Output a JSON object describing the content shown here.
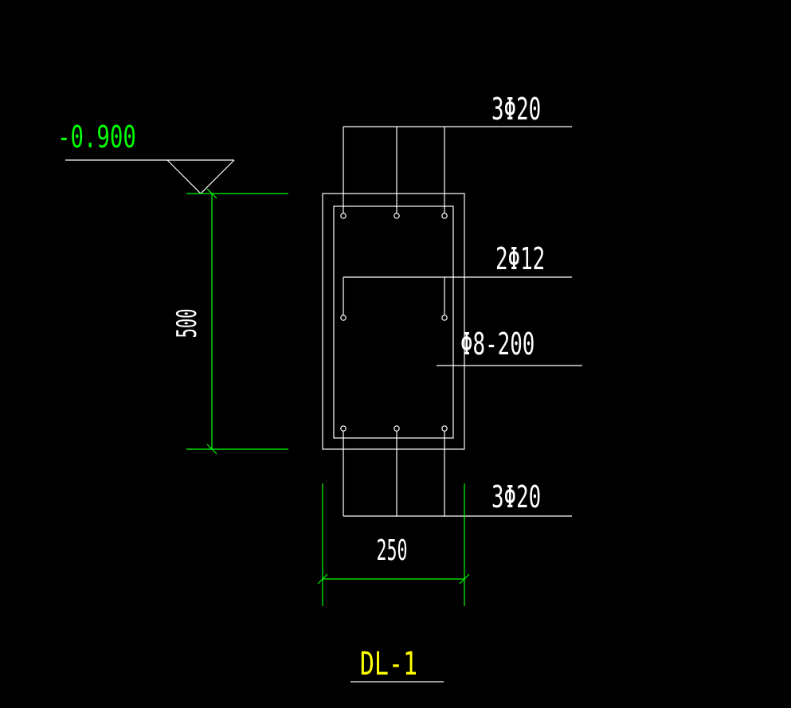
{
  "drawing": {
    "title": "DL-1",
    "elevation_label": "-0.900",
    "dimensions": {
      "height_label": "500",
      "width_label": "250"
    },
    "rebar": {
      "top_label": "3Φ20",
      "side_label": "2Φ12",
      "stirrup_label": "Φ8-200",
      "bottom_label": "3Φ20"
    }
  },
  "colors": {
    "background": "#000000",
    "section_lines": "#ffffff",
    "dimension_lines": "#00ff00",
    "elevation_text": "#00ff00",
    "title_text": "#ffff00"
  }
}
